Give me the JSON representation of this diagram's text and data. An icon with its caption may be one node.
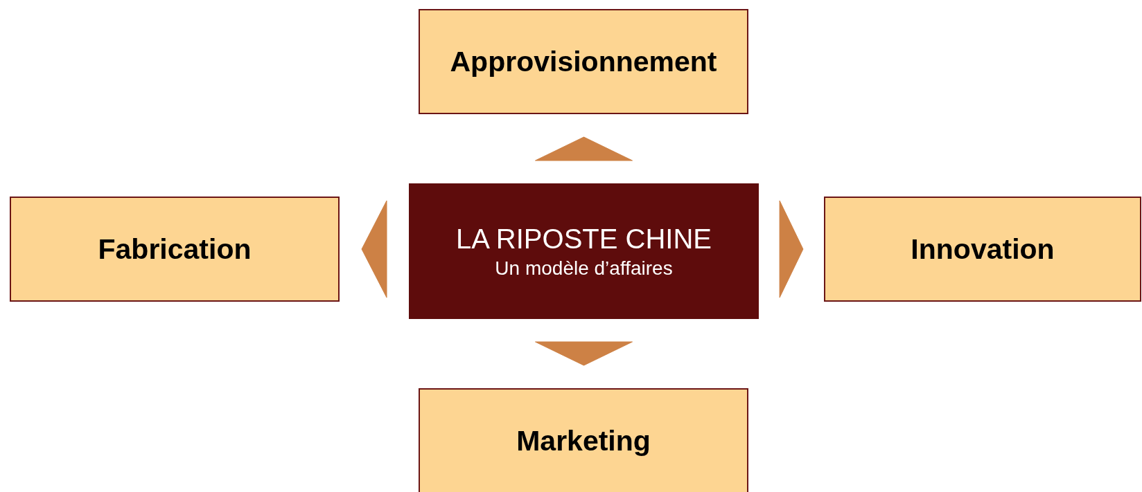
{
  "diagram": {
    "nodes": [
      {
        "text": [
          "Approvisionnement"
        ]
      },
      {
        "text": [
          "Fabrication"
        ]
      },
      {
        "text": [
          "LA RIPOSTE CHINE",
          "Un modèle d’affaires"
        ]
      },
      {
        "text": [
          "Innovation"
        ]
      },
      {
        "text": [
          "Marketing"
        ]
      }
    ],
    "edges": [
      {
        "from": 2,
        "to": 0,
        "arrow": "to"
      },
      {
        "from": 2,
        "to": 1,
        "arrow": "to"
      },
      {
        "from": 2,
        "to": 3,
        "arrow": "to"
      },
      {
        "from": 2,
        "to": 4,
        "arrow": "to"
      }
    ]
  }
}
